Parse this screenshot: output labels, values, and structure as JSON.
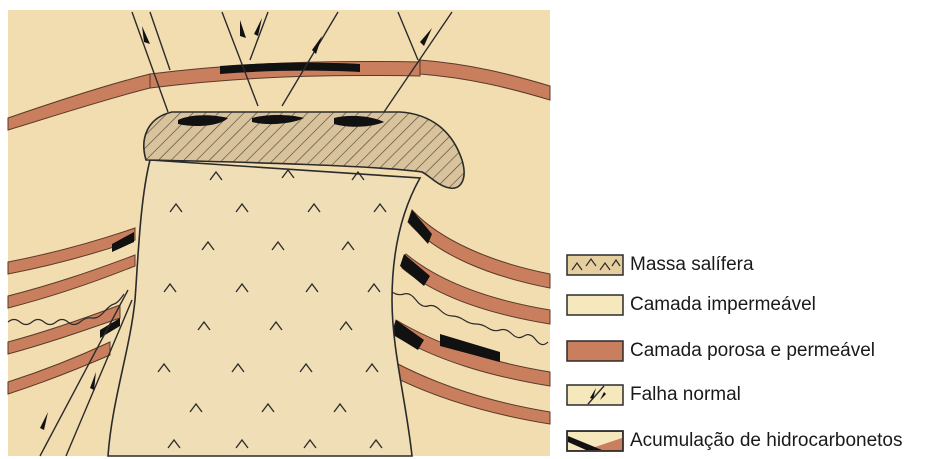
{
  "colors": {
    "background": "#f2ddb0",
    "impermeable_layer": "#f3e3b8",
    "porous_layer": "#c97f5e",
    "salt_body": "#f0dfb6",
    "salt_cap": "#d9c39c",
    "hydrocarbon": "#111111",
    "outline": "#2b2b2b"
  },
  "icons": {
    "salt": "salt-mass-hatch-icon",
    "impermeable": "impermeable-layer-swatch-icon",
    "porous": "porous-layer-swatch-icon",
    "fault": "normal-fault-icon",
    "hydrocarbon": "hydrocarbon-accumulation-icon"
  },
  "legend": [
    {
      "key": "salt",
      "label": "Massa salífera"
    },
    {
      "key": "impermeable",
      "label": "Camada impermeável"
    },
    {
      "key": "porous",
      "label": "Camada porosa e permeável"
    },
    {
      "key": "fault",
      "label": "Falha normal"
    },
    {
      "key": "hydrocarbon",
      "label": "Acumulação de hidrocarbonetos"
    }
  ]
}
